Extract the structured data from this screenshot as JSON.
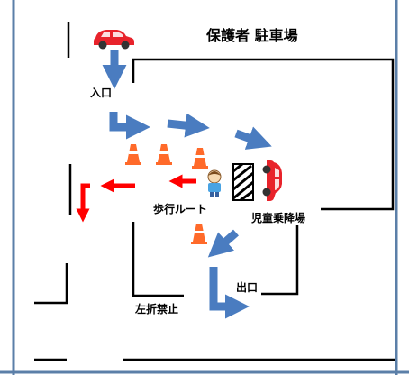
{
  "title": "保護者 駐車場",
  "labels": {
    "entrance": "入口",
    "walking_route": "歩行ルート",
    "dropoff_area": "児童乗降場",
    "exit": "出口",
    "no_left_turn": "左折禁止"
  },
  "colors": {
    "flow_arrow": "#4a7cc0",
    "walk_arrow": "#ff0000",
    "car": "#e8232b",
    "cone": "#ff6a2a",
    "wall": "#000000",
    "border": "#5b7fa8"
  },
  "icons": [
    "car-icon",
    "traffic-cone-icon",
    "child-icon",
    "crosswalk-icon",
    "arrow-icon"
  ]
}
